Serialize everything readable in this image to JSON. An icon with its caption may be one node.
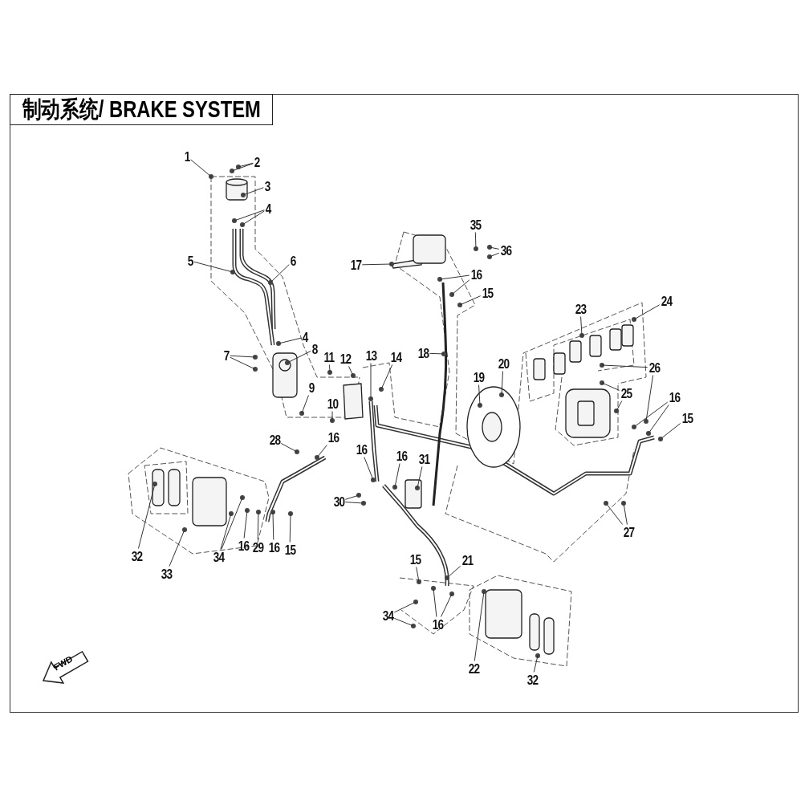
{
  "diagram": {
    "title": "制动系统/ BRAKE SYSTEM",
    "nodes": [
      {
        "text": [
          "1"
        ]
      },
      {
        "text": [
          "2"
        ]
      },
      {
        "text": [
          "3"
        ]
      },
      {
        "text": [
          "4"
        ]
      },
      {
        "text": [
          "35"
        ]
      },
      {
        "text": [
          "36"
        ]
      },
      {
        "text": [
          "5"
        ]
      },
      {
        "text": [
          "6"
        ]
      },
      {
        "text": [
          "17"
        ]
      },
      {
        "text": [
          "16"
        ]
      },
      {
        "text": [
          "15"
        ]
      },
      {
        "text": [
          "24"
        ]
      },
      {
        "text": [
          "23"
        ]
      },
      {
        "text": [
          "4"
        ]
      },
      {
        "text": [
          "8"
        ]
      },
      {
        "text": [
          "7"
        ]
      },
      {
        "text": [
          "11"
        ]
      },
      {
        "text": [
          "12"
        ]
      },
      {
        "text": [
          "13"
        ]
      },
      {
        "text": [
          "14"
        ]
      },
      {
        "text": [
          "18"
        ]
      },
      {
        "text": [
          "20"
        ]
      },
      {
        "text": [
          "26"
        ]
      },
      {
        "text": [
          "19"
        ]
      },
      {
        "text": [
          "25"
        ]
      },
      {
        "text": [
          "9"
        ]
      },
      {
        "text": [
          "10"
        ]
      },
      {
        "text": [
          "16"
        ]
      },
      {
        "text": [
          "15"
        ]
      },
      {
        "text": [
          "16"
        ]
      },
      {
        "text": [
          "28"
        ]
      },
      {
        "text": [
          "16"
        ]
      },
      {
        "text": [
          "16"
        ]
      },
      {
        "text": [
          "31"
        ]
      },
      {
        "text": [
          "30"
        ]
      },
      {
        "text": [
          "27"
        ]
      },
      {
        "text": [
          "16"
        ]
      },
      {
        "text": [
          "29"
        ]
      },
      {
        "text": [
          "16"
        ]
      },
      {
        "text": [
          "15"
        ]
      },
      {
        "text": [
          "34"
        ]
      },
      {
        "text": [
          "32"
        ]
      },
      {
        "text": [
          "15"
        ]
      },
      {
        "text": [
          "21"
        ]
      },
      {
        "text": [
          "33"
        ]
      },
      {
        "text": [
          "34"
        ]
      },
      {
        "text": [
          "16"
        ]
      },
      {
        "text": [
          "22"
        ]
      },
      {
        "text": [
          "32"
        ]
      }
    ],
    "edges": [
      {
        "from": 0,
        "to": null,
        "arrow": "none"
      },
      {
        "from": 1,
        "to": null,
        "arrow": "none"
      },
      {
        "from": 1,
        "to": null,
        "arrow": "none"
      },
      {
        "from": 2,
        "to": null,
        "arrow": "none"
      },
      {
        "from": 3,
        "to": null,
        "arrow": "none"
      },
      {
        "from": 3,
        "to": null,
        "arrow": "none"
      },
      {
        "from": 4,
        "to": null,
        "arrow": "none"
      },
      {
        "from": 5,
        "to": null,
        "arrow": "none"
      },
      {
        "from": 5,
        "to": null,
        "arrow": "none"
      },
      {
        "from": 6,
        "to": null,
        "arrow": "none"
      },
      {
        "from": 7,
        "to": null,
        "arrow": "none"
      },
      {
        "from": 8,
        "to": null,
        "arrow": "none"
      },
      {
        "from": 9,
        "to": null,
        "arrow": "none"
      },
      {
        "from": 9,
        "to": null,
        "arrow": "none"
      },
      {
        "from": 10,
        "to": null,
        "arrow": "none"
      },
      {
        "from": 11,
        "to": null,
        "arrow": "none"
      },
      {
        "from": 12,
        "to": null,
        "arrow": "none"
      },
      {
        "from": 13,
        "to": null,
        "arrow": "none"
      },
      {
        "from": 14,
        "to": null,
        "arrow": "none"
      },
      {
        "from": 15,
        "to": null,
        "arrow": "none"
      },
      {
        "from": 15,
        "to": null,
        "arrow": "none"
      },
      {
        "from": 16,
        "to": null,
        "arrow": "none"
      },
      {
        "from": 17,
        "to": null,
        "arrow": "none"
      },
      {
        "from": 18,
        "to": null,
        "arrow": "none"
      },
      {
        "from": 19,
        "to": null,
        "arrow": "none"
      },
      {
        "from": 20,
        "to": null,
        "arrow": "none"
      },
      {
        "from": 21,
        "to": null,
        "arrow": "none"
      },
      {
        "from": 22,
        "to": null,
        "arrow": "none"
      },
      {
        "from": 22,
        "to": null,
        "arrow": "none"
      },
      {
        "from": 23,
        "to": null,
        "arrow": "none"
      },
      {
        "from": 24,
        "to": null,
        "arrow": "none"
      },
      {
        "from": 24,
        "to": null,
        "arrow": "none"
      },
      {
        "from": 25,
        "to": null,
        "arrow": "none"
      },
      {
        "from": 26,
        "to": null,
        "arrow": "none"
      },
      {
        "from": 27,
        "to": null,
        "arrow": "none"
      },
      {
        "from": 27,
        "to": null,
        "arrow": "none"
      },
      {
        "from": 28,
        "to": null,
        "arrow": "none"
      },
      {
        "from": 29,
        "to": null,
        "arrow": "none"
      },
      {
        "from": 30,
        "to": null,
        "arrow": "none"
      },
      {
        "from": 31,
        "to": null,
        "arrow": "none"
      },
      {
        "from": 32,
        "to": null,
        "arrow": "none"
      },
      {
        "from": 33,
        "to": null,
        "arrow": "none"
      },
      {
        "from": 34,
        "to": null,
        "arrow": "none"
      },
      {
        "from": 34,
        "to": null,
        "arrow": "none"
      },
      {
        "from": 35,
        "to": null,
        "arrow": "none"
      },
      {
        "from": 35,
        "to": null,
        "arrow": "none"
      },
      {
        "from": 36,
        "to": null,
        "arrow": "none"
      },
      {
        "from": 37,
        "to": null,
        "arrow": "none"
      },
      {
        "from": 38,
        "to": null,
        "arrow": "none"
      },
      {
        "from": 39,
        "to": null,
        "arrow": "none"
      },
      {
        "from": 40,
        "to": null,
        "arrow": "none"
      },
      {
        "from": 40,
        "to": null,
        "arrow": "none"
      },
      {
        "from": 41,
        "to": null,
        "arrow": "none"
      },
      {
        "from": 42,
        "to": null,
        "arrow": "none"
      },
      {
        "from": 43,
        "to": null,
        "arrow": "none"
      },
      {
        "from": 44,
        "to": null,
        "arrow": "none"
      },
      {
        "from": 45,
        "to": null,
        "arrow": "none"
      },
      {
        "from": 45,
        "to": null,
        "arrow": "none"
      },
      {
        "from": 46,
        "to": null,
        "arrow": "none"
      },
      {
        "from": 46,
        "to": null,
        "arrow": "none"
      },
      {
        "from": 47,
        "to": null,
        "arrow": "none"
      },
      {
        "from": 48,
        "to": null,
        "arrow": "none"
      }
    ],
    "labels": [
      "FWD"
    ]
  }
}
